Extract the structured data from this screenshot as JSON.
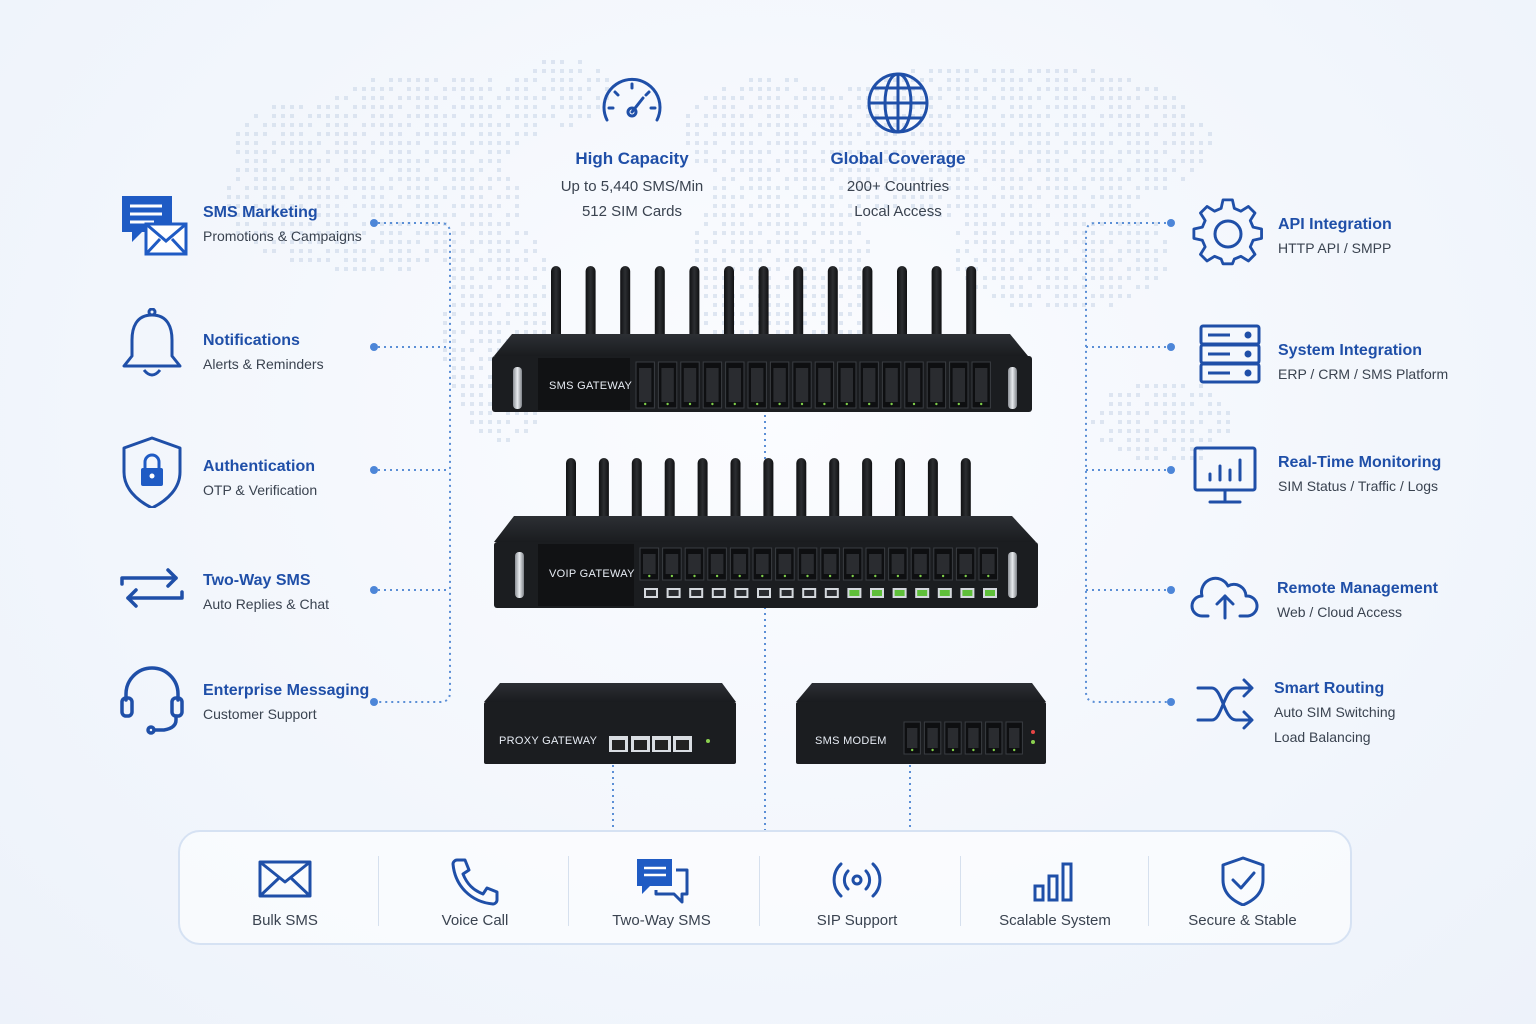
{
  "stats": [
    {
      "title": "High Capacity",
      "lines": [
        "Up to 5,440 SMS/Min",
        "512 SIM Cards"
      ],
      "icon": "speedometer-icon"
    },
    {
      "title": "Global Coverage",
      "lines": [
        "200+ Countries",
        "Local Access"
      ],
      "icon": "globe-icon"
    }
  ],
  "left_features": [
    {
      "title": "SMS Marketing",
      "subtitle": "Promotions & Campaigns",
      "icon": "chat-mail-icon"
    },
    {
      "title": "Notifications",
      "subtitle": "Alerts & Reminders",
      "icon": "bell-icon"
    },
    {
      "title": "Authentication",
      "subtitle": "OTP & Verification",
      "icon": "shield-lock-icon"
    },
    {
      "title": "Two-Way SMS",
      "subtitle": "Auto Replies & Chat",
      "icon": "swap-arrows-icon"
    },
    {
      "title": "Enterprise Messaging",
      "subtitle": "Customer Support",
      "icon": "headset-icon"
    }
  ],
  "right_features": [
    {
      "title": "API Integration",
      "lines": [
        "HTTP API / SMPP"
      ],
      "icon": "gear-icon"
    },
    {
      "title": "System Integration",
      "lines": [
        "ERP / CRM / SMS Platform"
      ],
      "icon": "server-icon"
    },
    {
      "title": "Real-Time Monitoring",
      "lines": [
        "SIM Status / Traffic / Logs"
      ],
      "icon": "monitor-chart-icon"
    },
    {
      "title": "Remote Management",
      "lines": [
        "Web / Cloud Access"
      ],
      "icon": "cloud-upload-icon"
    },
    {
      "title": "Smart Routing",
      "lines": [
        "Auto SIM Switching",
        "Load Balancing"
      ],
      "icon": "shuffle-icon"
    }
  ],
  "devices": {
    "sms_gateway": "SMS GATEWAY",
    "voip_gateway": "VOIP GATEWAY",
    "proxy_gateway": "PROXY GATEWAY",
    "sms_modem": "SMS MODEM"
  },
  "bottom_items": [
    {
      "label": "Bulk SMS",
      "icon": "envelope-icon"
    },
    {
      "label": "Voice Call",
      "icon": "phone-icon"
    },
    {
      "label": "Two-Way SMS",
      "icon": "chat-bubbles-icon"
    },
    {
      "label": "SIP Support",
      "icon": "broadcast-icon"
    },
    {
      "label": "Scalable System",
      "icon": "bar-chart-icon"
    },
    {
      "label": "Secure & Stable",
      "icon": "shield-check-icon"
    }
  ],
  "colors": {
    "accent": "#1f4fa8",
    "connector": "#5b8fd6",
    "device": "#1b1d20"
  }
}
